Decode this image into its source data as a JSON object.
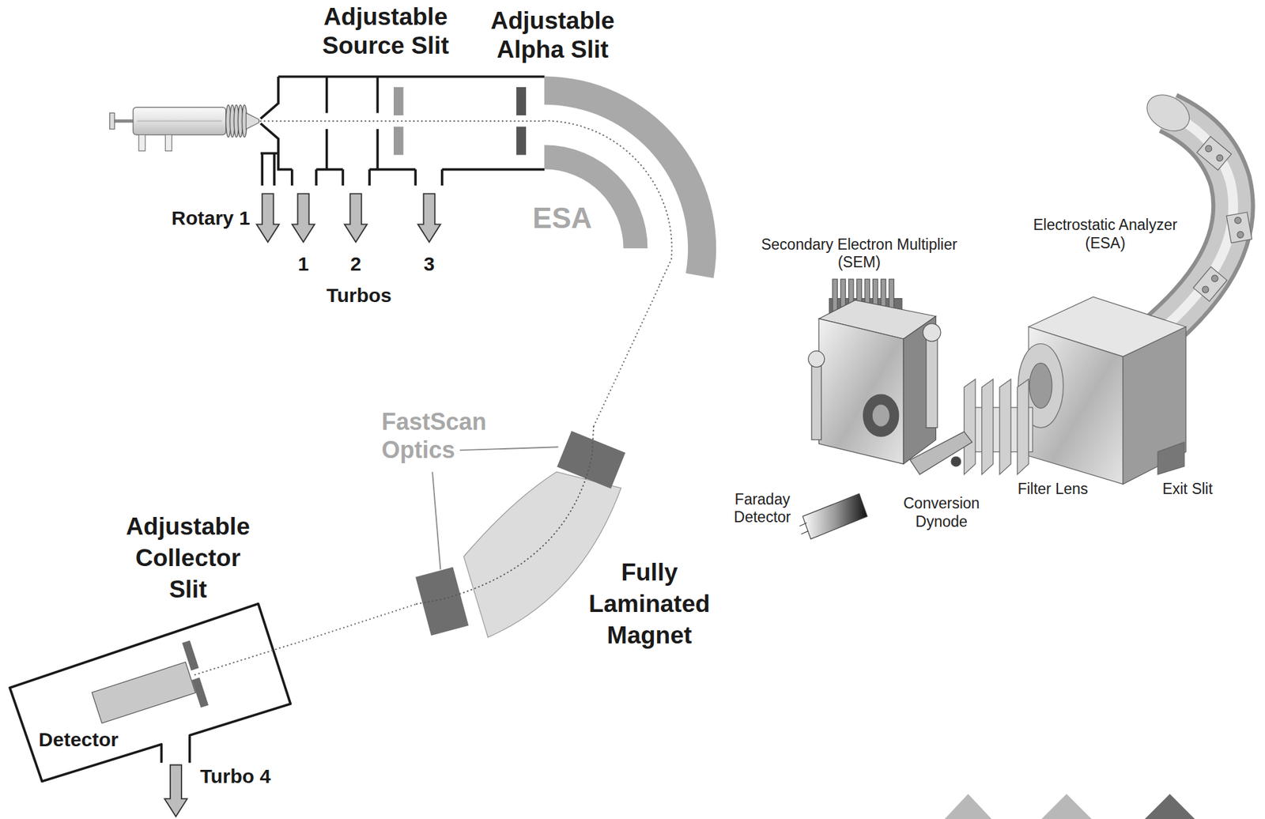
{
  "diagram": {
    "nodes": [
      {
        "text": [
          "ESA"
        ]
      },
      {
        "text": [
          "Fully Laminated Magnet"
        ]
      },
      {
        "text": [
          "Adjustable Collector Slit",
          "Detector"
        ]
      }
    ],
    "edges": [
      {
        "from": 0,
        "to": 1,
        "arrow": "none"
      },
      {
        "from": 1,
        "to": 2,
        "arrow": "none"
      }
    ],
    "labels": [
      "Adjustable Source Slit",
      "Adjustable Alpha Slit",
      "Rotary 1",
      "1",
      "2",
      "3",
      "Turbos",
      "FastScan Optics",
      "Turbo 4",
      "Secondary Electron Multiplier (SEM)",
      "Electrostatic Analyzer (ESA)",
      "Faraday Detector",
      "Conversion Dynode",
      "Filter Lens",
      "Exit Slit"
    ]
  }
}
